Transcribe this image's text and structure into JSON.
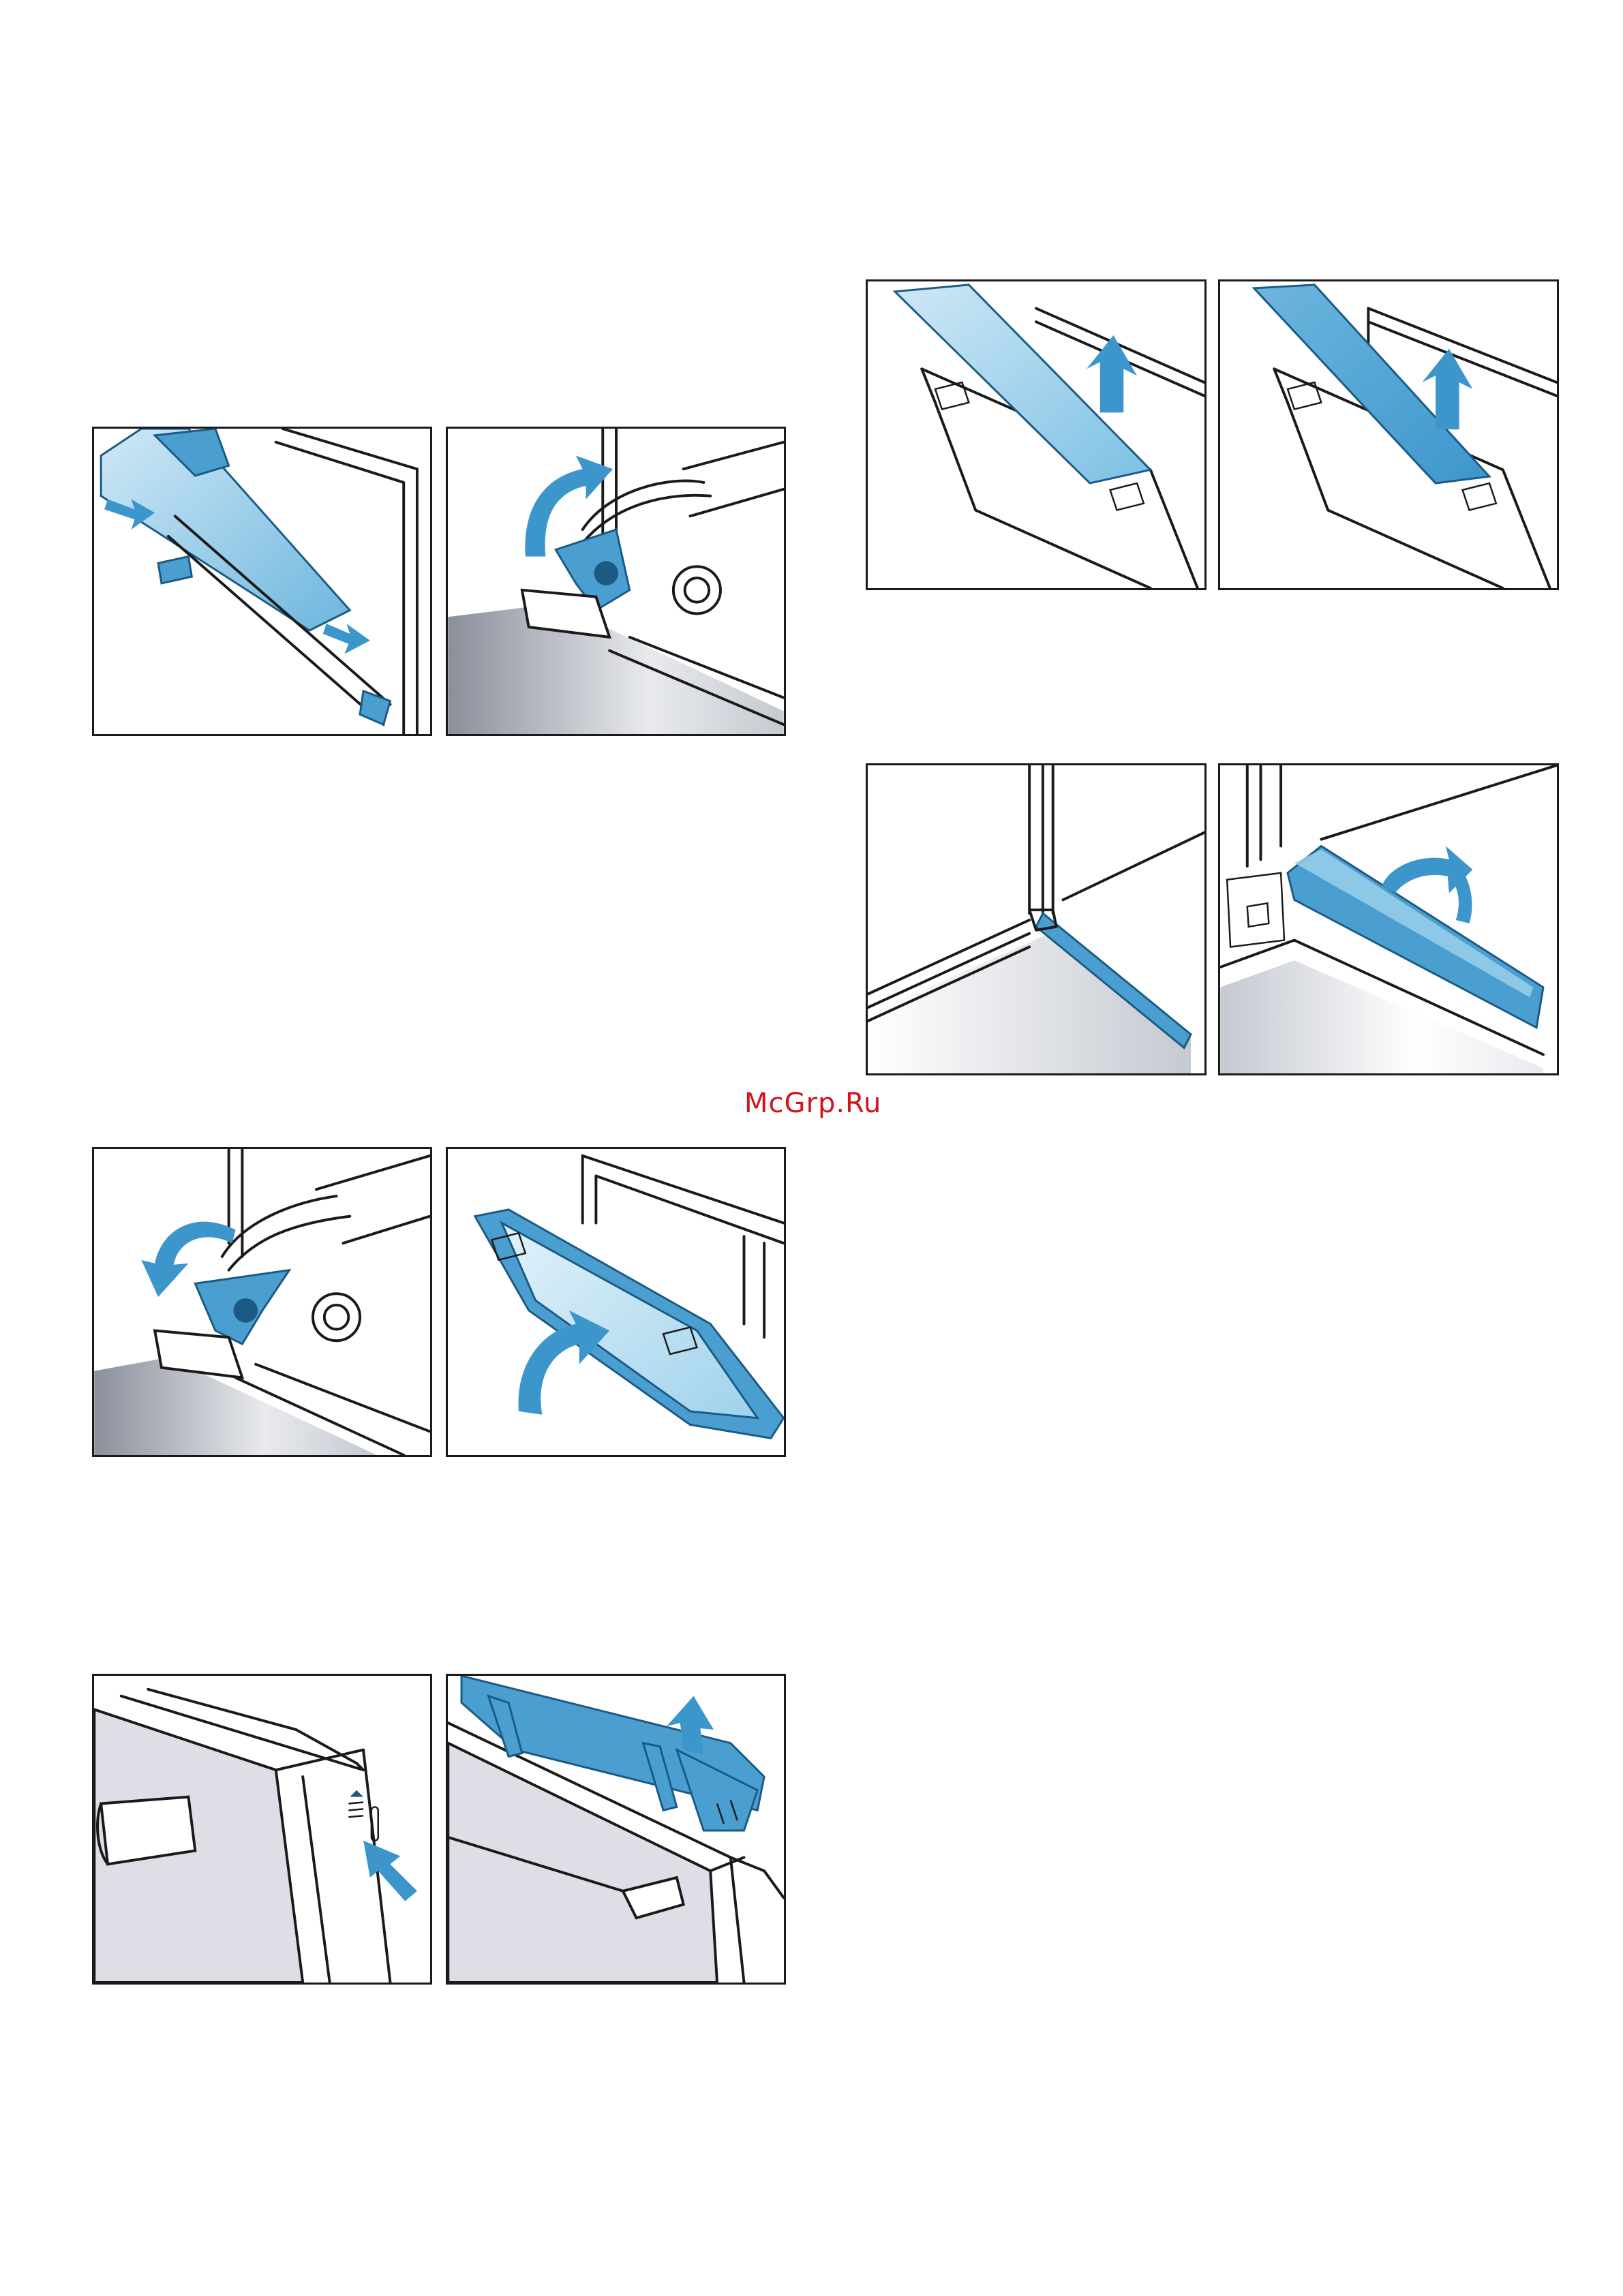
{
  "watermark": "McGrp.Ru",
  "colors": {
    "accent_blue": "#4a9fd0",
    "light_blue": "#9fd2ec",
    "arrow_blue": "#3c96cc",
    "frame": "#1a1a1a",
    "watermark_red": "#d0141d"
  },
  "panels": [
    {
      "name": "door-hinge-closed-figure",
      "icon": "oven-door-arrows-down"
    },
    {
      "name": "hinge-lever-up-figure",
      "icon": "hinge-lever-raise-arrow"
    },
    {
      "name": "inner-pane-lift-figure",
      "icon": "glass-pane-lift-arrow"
    },
    {
      "name": "outer-pane-lift-figure",
      "icon": "glass-pane-lift-arrow"
    },
    {
      "name": "door-seal-corner-figure",
      "icon": "door-seal-corner"
    },
    {
      "name": "door-seal-remove-figure",
      "icon": "seal-fold-arrow"
    },
    {
      "name": "hinge-lever-down-figure",
      "icon": "hinge-lever-lower-arrow"
    },
    {
      "name": "door-close-figure",
      "icon": "door-close-arrow"
    },
    {
      "name": "door-side-press-figure",
      "icon": "press-arrow"
    },
    {
      "name": "door-cover-lift-figure",
      "icon": "cover-lift-arrow"
    }
  ]
}
